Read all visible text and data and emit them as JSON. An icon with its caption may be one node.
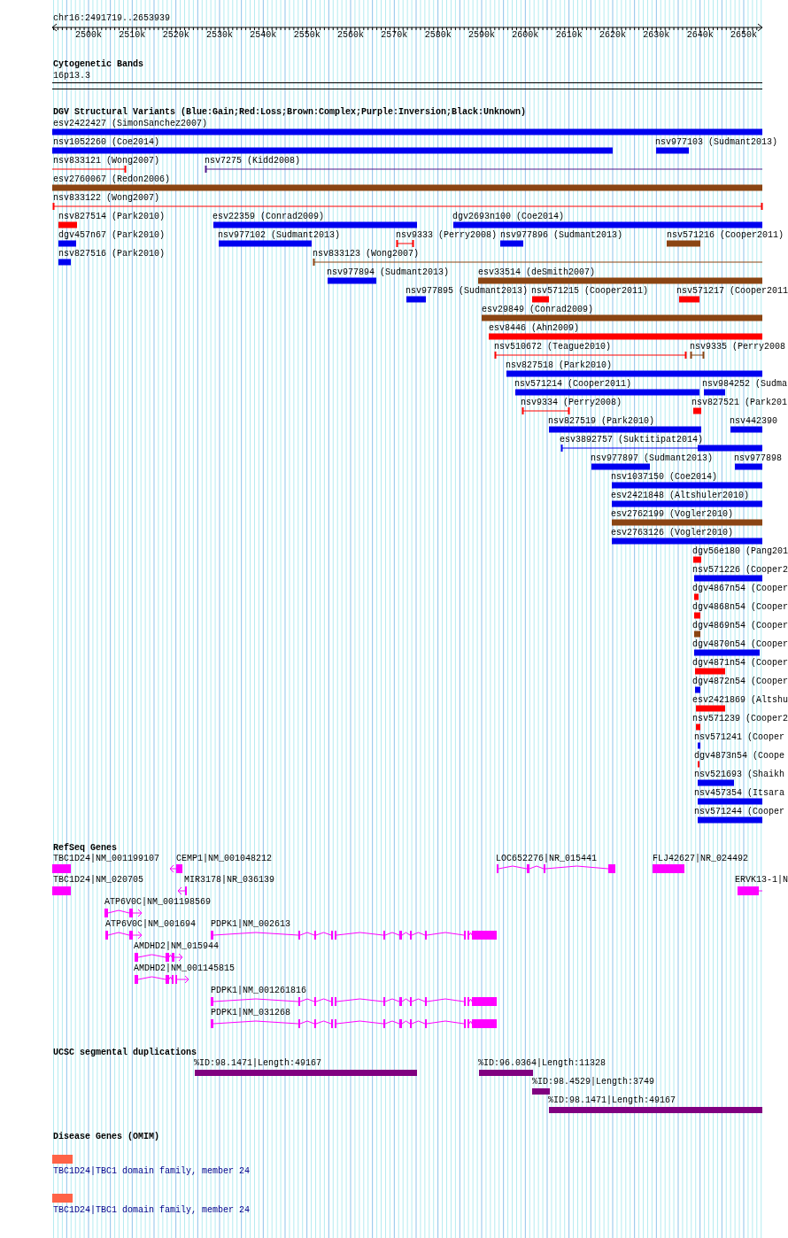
{
  "diagram": {
    "labels": [
      "chr16:2491719..2653939",
      "2500k",
      "2510k",
      "2520k",
      "2530k",
      "2540k",
      "2550k",
      "2560k",
      "2570k",
      "2580k",
      "2590k",
      "2600k",
      "2610k",
      "2620k",
      "2630k",
      "2640k",
      "2650k",
      "Cytogenetic Bands",
      "16p13.3",
      "DGV Structural Variants (Blue:Gain;Red:Loss;Brown:Complex;Purple:Inversion;Black:Unknown)",
      "esv2422427 (SimonSanchez2007)",
      "nsv1052260 (Coe2014)",
      "nsv977103 (Sudmant2013)",
      "nsv833121 (Wong2007)",
      "nsv7275 (Kidd2008)",
      "esv2760067 (Redon2006)",
      "nsv833122 (Wong2007)",
      "nsv827514 (Park2010)",
      "esv22359 (Conrad2009)",
      "dgv2693n100 (Coe2014)",
      "dgv457n67 (Park2010)",
      "nsv977102 (Sudmant2013)",
      "nsv9333 (Perry2008)",
      "nsv977896 (Sudmant2013)",
      "nsv571216 (Cooper2011)",
      "nsv827516 (Park2010)",
      "nsv833123 (Wong2007)",
      "nsv977894 (Sudmant2013)",
      "esv33514 (deSmith2007)",
      "nsv977895 (Sudmant2013)",
      "nsv571215 (Cooper2011)",
      "nsv571217 (Cooper2011",
      "esv29849 (Conrad2009)",
      "esv8446 (Ahn2009)",
      "nsv510672 (Teague2010)",
      "nsv9335 (Perry2008",
      "nsv827518 (Park2010)",
      "nsv571214 (Cooper2011)",
      "nsv984252 (Sudma",
      "nsv9334 (Perry2008)",
      "nsv827521 (Park201",
      "nsv827519 (Park2010)",
      "nsv442390",
      "esv3892757 (Suktitipat2014)",
      "nsv977897 (Sudmant2013)",
      "nsv977898",
      "nsv1037150 (Coe2014)",
      "esv2421848 (Altshuler2010)",
      "esv2762199 (Vogler2010)",
      "esv2763126 (Vogler2010)",
      "dgv56e180 (Pang201",
      "nsv571226 (Cooper2",
      "dgv4867n54 (Cooper",
      "dgv4868n54 (Cooper",
      "dgv4869n54 (Cooper",
      "dgv4870n54 (Cooper",
      "dgv4871n54 (Cooper",
      "dgv4872n54 (Cooper",
      "esv2421869 (Altshu",
      "nsv571239 (Cooper2",
      "nsv571241 (Cooper",
      "dgv4873n54 (Coope",
      "nsv521693 (Shaikh",
      "nsv457354 (Itsara",
      "nsv571244 (Cooper",
      "RefSeq Genes",
      "TBC1D24|NM_001199107",
      "CEMP1|NM_001048212",
      "LOC652276|NR_015441",
      "FLJ42627|NR_024492",
      "TBC1D24|NM_020705",
      "MIR3178|NR_036139",
      "ERVK13-1|N",
      "ATP6V0C|NM_001198569",
      "ATP6V0C|NM_001694",
      "PDPK1|NM_002613",
      "AMDHD2|NM_015944",
      "AMDHD2|NM_001145815",
      "PDPK1|NM_001261816",
      "PDPK1|NM_031268",
      "UCSC segmental duplications",
      "%ID:98.1471|Length:49167",
      "%ID:96.0364|Length:11328",
      "%ID:98.4529|Length:3749",
      "%ID:98.1471|Length:49167",
      "Disease Genes (OMIM)",
      "TBC1D24|TBC1 domain family, member 24",
      "TBC1D24|TBC1 domain family, member 24"
    ]
  }
}
